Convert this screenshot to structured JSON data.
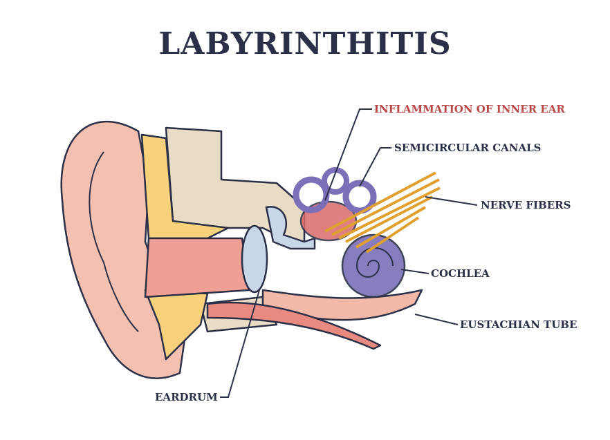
{
  "title": "LABYRINTHITIS",
  "labels": {
    "inflammation": "INFLAMMATION OF INNER EAR",
    "semicircular": "SEMICIRCULAR CANALS",
    "nerve": "NERVE FIBERS",
    "cochlea": "COCHLEA",
    "eustachian": "EUSTACHIAN TUBE",
    "eardrum": "EARDRUM"
  },
  "colors": {
    "title": "#2b3048",
    "highlight": "#b94545",
    "skin": "#f2b9a8",
    "bone": "#e8dcc4",
    "fat": "#f8d27a",
    "inflamed": "#7c6fb8",
    "nerve": "#f0c050"
  }
}
